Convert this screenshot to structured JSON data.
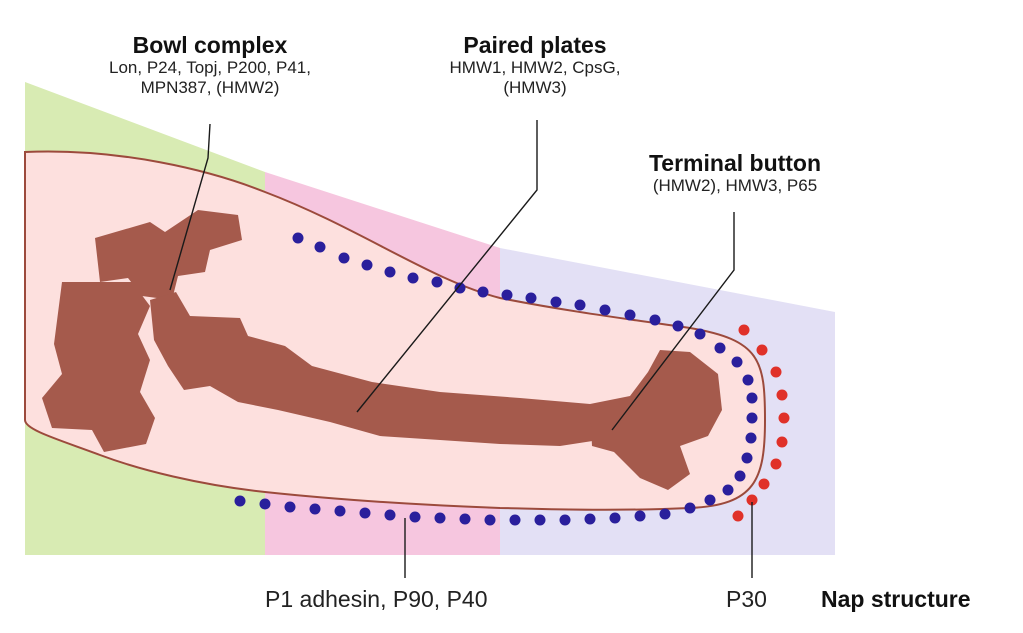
{
  "colors": {
    "zone1": "#d8ebb3",
    "zone2": "#f6c6df",
    "zone3": "#e3e0f5",
    "cell_fill": "#fde0de",
    "cell_stroke": "#9c4a3c",
    "density": "#a55a4c",
    "blue_dot": "#2a1f9c",
    "red_dot": "#e03129",
    "leader": "#1a1a1a"
  },
  "labels": {
    "bowl_title": "Bowl complex",
    "bowl_line1": "Lon, P24, Topj, P200, P41,",
    "bowl_line2": "MPN387, (HMW2)",
    "plates_title": "Paired plates",
    "plates_line1": "HMW1, HMW2, CpsG,",
    "plates_line2": "(HMW3)",
    "button_title": "Terminal button",
    "button_line1": "(HMW2), HMW3, P65",
    "p1": "P1 adhesin, P90, P40",
    "p30": "P30",
    "nap": "Nap structure"
  }
}
